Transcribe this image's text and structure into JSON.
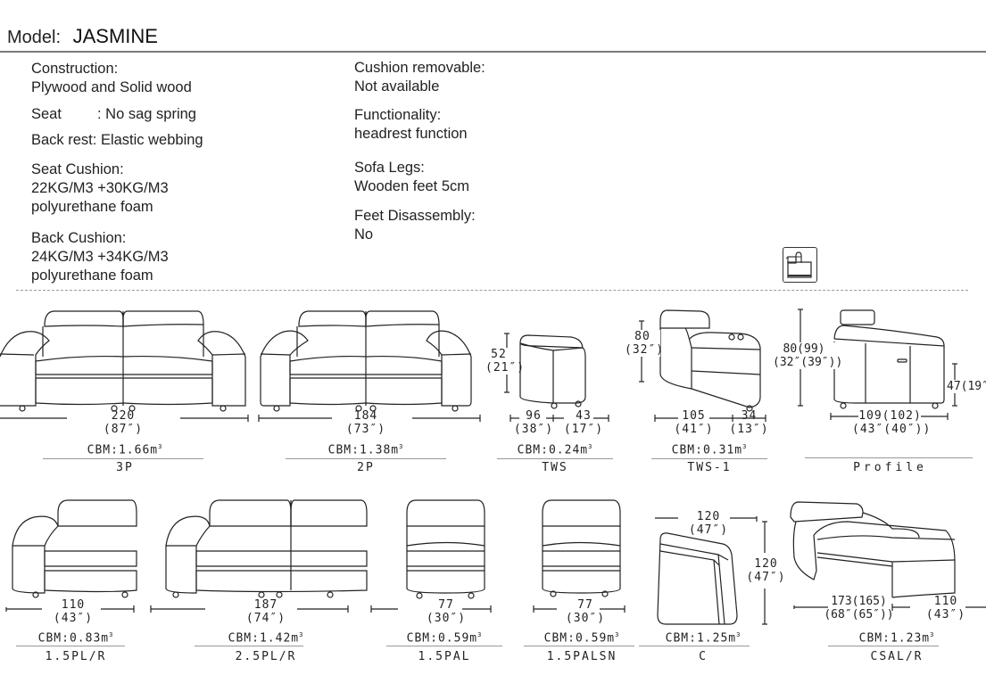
{
  "header": {
    "label": "Model:",
    "model": "JASMINE"
  },
  "specs_left": {
    "construction_label": "Construction:",
    "construction_value": "Plywood and Solid wood",
    "seat_label": "Seat",
    "seat_value": ":  No sag spring",
    "backrest": "Back rest:  Elastic webbing",
    "seat_cushion_label": "Seat Cushion:",
    "seat_cushion_density": "22KG/M3 +30KG/M3",
    "seat_cushion_material": "polyurethane foam",
    "back_cushion_label": "Back Cushion:",
    "back_cushion_density": "24KG/M3 +34KG/M3",
    "back_cushion_material": "polyurethane foam"
  },
  "specs_right": {
    "cushion_removable_label": "Cushion removable:",
    "cushion_removable_value": "Not available",
    "functionality_label": "Functionality:",
    "functionality_value": "headrest function",
    "sofa_legs_label": "Sofa Legs:",
    "sofa_legs_value": "Wooden feet 5cm",
    "feet_disassembly_label": "Feet Disassembly:",
    "feet_disassembly_value": "No"
  },
  "function_icon": "headrest-function-icon",
  "units": {
    "3P": {
      "code": "3P",
      "cbm": "CBM:1.66m",
      "width_cm": "220",
      "width_in": "(87″)"
    },
    "2P": {
      "code": "2P",
      "cbm": "CBM:1.38m",
      "width_cm": "184",
      "width_in": "(73″)"
    },
    "TWS": {
      "code": "TWS",
      "cbm": "CBM:0.24m",
      "height_cm": "52",
      "height_in": "(21″)",
      "width_cm": "96",
      "width_in": "(38″)",
      "depth_cm": "43",
      "depth_in": "(17″)"
    },
    "TWS1": {
      "code": "TWS-1",
      "cbm": "CBM:0.31m",
      "height_cm": "80",
      "height_in": "(32″)",
      "width_cm": "105",
      "width_in": "(41″)",
      "depth_cm": "34",
      "depth_in": "(13″)"
    },
    "Profile": {
      "code": "Profile",
      "height_cm": "80(99)",
      "height_in": "(32″(39″))",
      "seat_h": "47(19″",
      "depth_cm": "109(102)",
      "depth_in": "(43″(40″))"
    },
    "15PLR": {
      "code": "1.5PL/R",
      "cbm": "CBM:0.83m",
      "width_cm": "110",
      "width_in": "(43″)"
    },
    "25PLR": {
      "code": "2.5PL/R",
      "cbm": "CBM:1.42m",
      "width_cm": "187",
      "width_in": "(74″)"
    },
    "15PAL": {
      "code": "1.5PAL",
      "cbm": "CBM:0.59m",
      "width_cm": "77",
      "width_in": "(30″)"
    },
    "15PALSN": {
      "code": "1.5PALSN",
      "cbm": "CBM:0.59m",
      "width_cm": "77",
      "width_in": "(30″)"
    },
    "C": {
      "code": "C",
      "cbm": "CBM:1.25m",
      "width_cm": "120",
      "width_in": "(47″)",
      "depth_cm": "120",
      "depth_in": "(47″)"
    },
    "CSALR": {
      "code": "CSAL/R",
      "cbm": "CBM:1.23m",
      "length_cm": "173(165)",
      "length_in": "(68″(65″))",
      "width_cm": "110",
      "width_in": "(43″)"
    }
  },
  "cbm_unit_sup": "3"
}
